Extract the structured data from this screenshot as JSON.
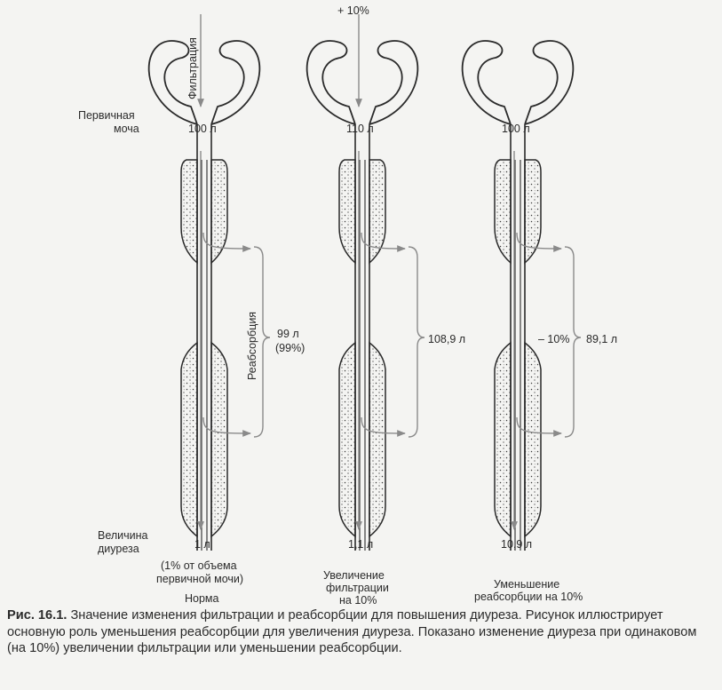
{
  "labels": {
    "filtration": "Фильтрация",
    "plus10": "+ 10%",
    "primary_urine": [
      "Первичная",
      "моча"
    ],
    "diuresis": [
      "Величина",
      "диуреза"
    ],
    "reabsorption": "Реабсорбция"
  },
  "nephrons": [
    {
      "primary_volume": "100 л",
      "reabsorbed": [
        "99 л",
        "(99%)"
      ],
      "diuresis": "1 л",
      "note": [
        "(1% от объема",
        "первичной мочи)"
      ],
      "title": [
        "Норма"
      ],
      "change": ""
    },
    {
      "primary_volume": "110 л",
      "reabsorbed": [
        "108,9 л"
      ],
      "diuresis": "1,1 л",
      "note": [],
      "title": [
        "Увеличение",
        "фильтрации",
        "на 10%"
      ],
      "change": ""
    },
    {
      "primary_volume": "100 л",
      "reabsorbed": [
        "89,1 л"
      ],
      "diuresis": "10,9 л",
      "note": [],
      "title": [
        "Уменьшение",
        "реабсорбции на 10%"
      ],
      "change": "– 10%"
    }
  ],
  "caption": {
    "label": "Рис. 16.1.",
    "text": " Значение изменения фильтрации и реабсорбции для повышения диуреза. Рисунок иллюстрирует основную роль уменьшения реабсорбции для увеличения диуреза. Показано изменение диуреза при одинаковом (на 10%) увеличении фильтрации или уменьшении реабсорбции."
  },
  "colors": {
    "ink": "#2a2a2a",
    "arrow": "#8a8a8a",
    "stipple": "#3a3a3a"
  }
}
